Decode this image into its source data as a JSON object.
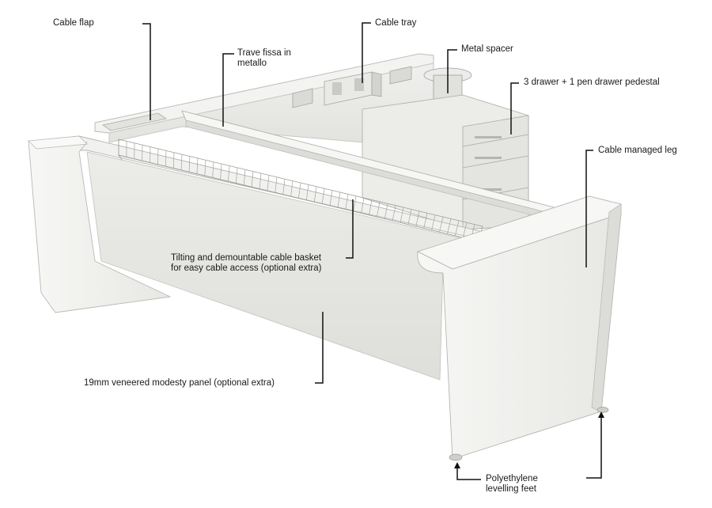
{
  "labels": {
    "cable_flap": "Cable flap",
    "cable_tray": "Cable tray",
    "trave_fissa_line1": "Trave fissa in",
    "trave_fissa_line2": "metallo",
    "metal_spacer": "Metal spacer",
    "pedestal": "3 drawer + 1 pen drawer pedestal",
    "cable_managed_leg": "Cable managed leg",
    "cable_basket_line1": "Tilting and demountable cable basket",
    "cable_basket_line2": "for easy cable access (optional extra)",
    "modesty_panel": "19mm veneered modesty panel (optional extra)",
    "feet_line1": "Polyethylene",
    "feet_line2": "levelling feet"
  },
  "colors": {
    "panel_light": "#f4f4f2",
    "panel_mid": "#e6e6e3",
    "panel_shade": "#d6d6d2",
    "edge": "#b9b9b5",
    "leader": "#111111"
  }
}
